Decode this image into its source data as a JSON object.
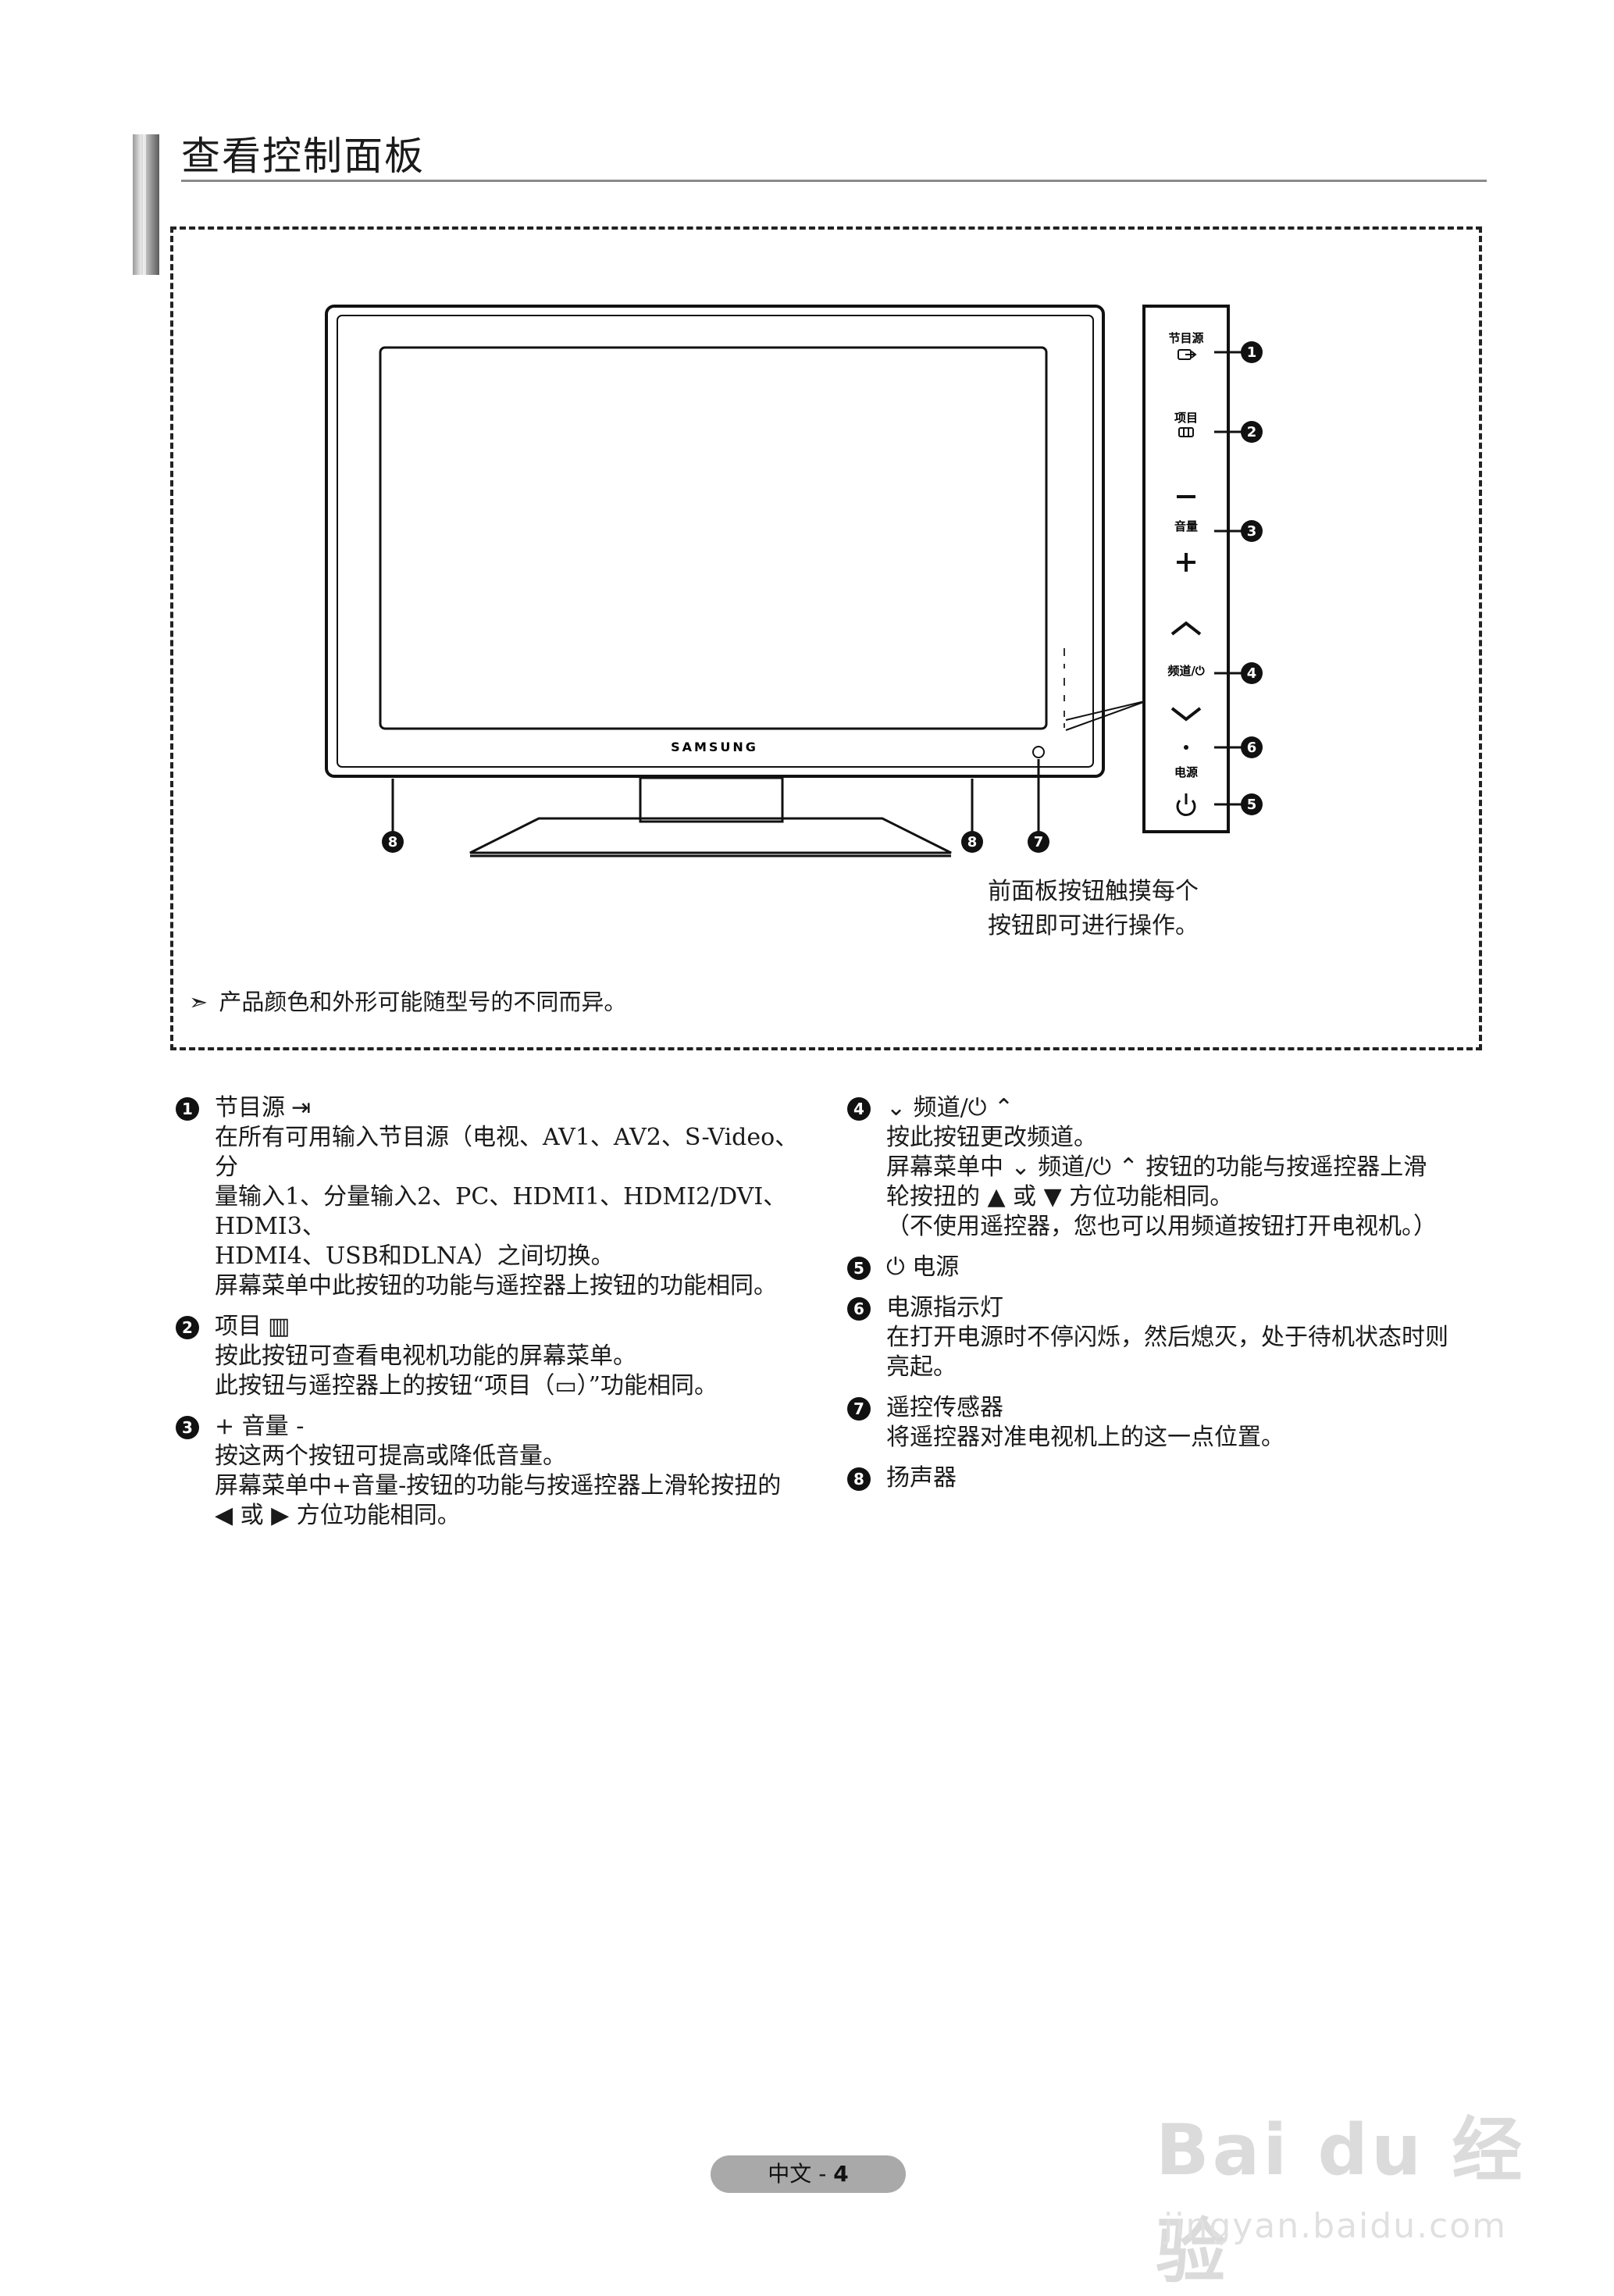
{
  "header": {
    "title": "查看控制面板"
  },
  "figure": {
    "brand": "SAMSUNG",
    "panel_labels": {
      "source": "节目源",
      "menu": "项目",
      "volume": "音量",
      "channel": "频道/⏻",
      "power": "电源"
    },
    "callouts": [
      "1",
      "2",
      "3",
      "4",
      "5",
      "6",
      "7",
      "8"
    ],
    "touch_note": [
      "前面板按钮触摸每个",
      "按钮即可进行操作。"
    ],
    "disclaimer": "产品颜色和外形可能随型号的不同而异。"
  },
  "legend": {
    "left": [
      {
        "num": "1",
        "title": "节目源",
        "icon": "source-icon",
        "lines": [
          "在所有可用输入节目源（电视、AV1、AV2、S-Video、分",
          "量输入1、分量输入2、PC、HDMI1、HDMI2/DVI、HDMI3、",
          "HDMI4、USB和DLNA）之间切换。",
          "屏幕菜单中此按钮的功能与遥控器上按钮的功能相同。"
        ]
      },
      {
        "num": "2",
        "title": "项目",
        "icon": "menu-icon",
        "lines": [
          "按此按钮可查看电视机功能的屏幕菜单。",
          "此按钮与遥控器上的按钮“项目（▭）”功能相同。"
        ]
      },
      {
        "num": "3",
        "title": "+ 音量 -",
        "lines": [
          "按这两个按钮可提高或降低音量。",
          "屏幕菜单中+音量-按钮的功能与按遥控器上滑轮按扭的",
          "◀ 或 ▶ 方位功能相同。"
        ]
      }
    ],
    "right": [
      {
        "num": "4",
        "title": "⌄ 频道/⏻ ⌃",
        "lines": [
          "按此按钮更改频道。",
          "屏幕菜单中 ⌄ 频道/⏻ ⌃ 按钮的功能与按遥控器上滑",
          "轮按扭的 ▲ 或 ▼ 方位功能相同。",
          "（不使用遥控器，您也可以用频道按钮打开电视机。）"
        ]
      },
      {
        "num": "5",
        "title": "⏻ 电源",
        "lines": []
      },
      {
        "num": "6",
        "title": "电源指示灯",
        "lines": [
          "在打开电源时不停闪烁，然后熄灭，处于待机状态时则",
          "亮起。"
        ]
      },
      {
        "num": "7",
        "title": "遥控传感器",
        "lines": [
          "将遥控器对准电视机上的这一点位置。"
        ]
      },
      {
        "num": "8",
        "title": "扬声器",
        "lines": []
      }
    ]
  },
  "footer": {
    "lang": "中文 - ",
    "page": "4"
  },
  "watermark": {
    "logo": "Bai du 经验",
    "url": "jingyan.baidu.com"
  }
}
